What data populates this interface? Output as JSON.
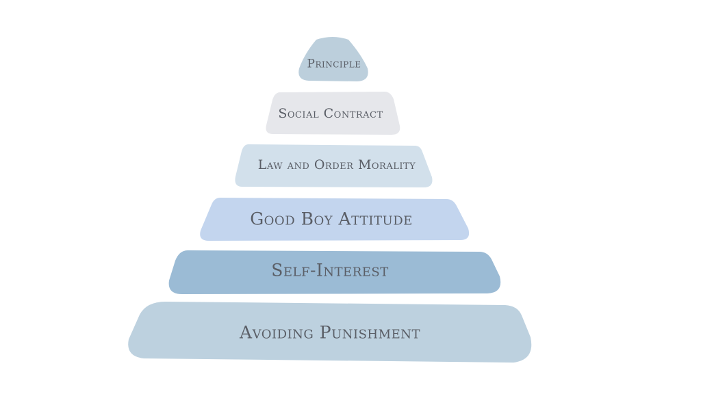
{
  "pyramid": {
    "tiers": [
      {
        "label": "Principle",
        "color": "#bccfdc"
      },
      {
        "label": "Social Contract",
        "color": "#e6e7eb"
      },
      {
        "label": "Law and Order Morality",
        "color": "#d2e0eb"
      },
      {
        "label": "Good Boy Attitude",
        "color": "#c3d5ee"
      },
      {
        "label": "Self-Interest",
        "color": "#9bbbd5"
      },
      {
        "label": "Avoiding Punishment",
        "color": "#bdd1df"
      }
    ],
    "text_color": "#5a5e66"
  }
}
